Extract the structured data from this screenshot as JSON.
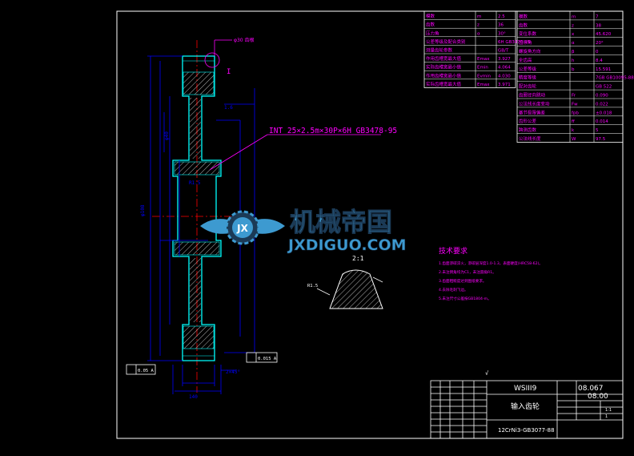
{
  "colors": {
    "background": "#000000",
    "border": "#ffffff",
    "outline": "#00ffff",
    "dimension": "#0000ff",
    "note": "#ff00ff",
    "hatch": "#ffffff",
    "center": "#ff0000",
    "watermark_blue": "#3d9ad0",
    "watermark_dark": "#1b3a56"
  },
  "gear_spec_table": {
    "rows": [
      {
        "label": "模数",
        "symbol": "m",
        "value": "2.5"
      },
      {
        "label": "齿数",
        "symbol": "z",
        "value": "36"
      },
      {
        "label": "压力角",
        "symbol": "α",
        "value": "30°"
      },
      {
        "label": "公差等级及配合类别",
        "symbol": "",
        "value": "6H GB3478-95"
      },
      {
        "label": "测量齿轮参数",
        "symbol": "",
        "value": "GB/T"
      },
      {
        "label": "作用齿槽宽最大值",
        "symbol": "Emax",
        "value": "3.927"
      },
      {
        "label": "实际齿槽宽最小值",
        "symbol": "Emin",
        "value": "4.064"
      },
      {
        "label": "作用齿槽宽最小值",
        "symbol": "Evmin",
        "value": "4.030"
      },
      {
        "label": "实际齿槽宽最大值",
        "symbol": "Emax",
        "value": "3.971"
      }
    ]
  },
  "gear_param_table": {
    "rows": [
      {
        "label": "模数",
        "symbol": "m",
        "value": "7"
      },
      {
        "label": "齿数",
        "symbol": "z",
        "value": "38"
      },
      {
        "label": "变位系数",
        "symbol": "x",
        "value": "45.620"
      },
      {
        "label": "齿形角",
        "symbol": "α",
        "value": "20°"
      },
      {
        "label": "螺旋角方向",
        "symbol": "β",
        "value": "0"
      },
      {
        "label": "全齿高",
        "symbol": "h",
        "value": "8.4"
      },
      {
        "label": "公差等级",
        "symbol": "b",
        "value": "15.591"
      },
      {
        "label": "精度等级",
        "symbol": "",
        "value": "7GB GB10095-88"
      },
      {
        "label": "配对齿轮",
        "symbol": "",
        "value": "GB 522"
      },
      {
        "label": "齿圈径向跳动",
        "symbol": "Fr",
        "value": "0.090"
      },
      {
        "label": "公法线长度变动",
        "symbol": "Fw",
        "value": "0.022"
      },
      {
        "label": "基节极限偏差",
        "symbol": "fpb",
        "value": "±0.018"
      },
      {
        "label": "齿形公差",
        "symbol": "ff",
        "value": "0.014"
      },
      {
        "label": "跨测齿数",
        "symbol": "k",
        "value": "5"
      },
      {
        "label": "公法线长度",
        "symbol": "W",
        "value": "97.5"
      }
    ]
  },
  "drawing": {
    "spline_callout": "INT 25×2.5m×30P×6H GB3478-95",
    "detail_marker": "I",
    "detail_label": "2:1",
    "top_note": "φ30 齿根",
    "dim_width": "140",
    "dim_bottom": "2×45°",
    "dim_label_a": "1.6",
    "dim_label_b": "R1.5",
    "dim_label_c": "φ40",
    "dim_label_d": "φ108",
    "tolerance_frame": "0.015 A",
    "datum_frame": "0.05 A"
  },
  "tech_requirements": {
    "title": "技术要求",
    "items": [
      "1.齿面渗碳淬火，渗碳层深度1.0-1.3，表面硬度(HRC58-62)。",
      "2.未注倒角均为C1，未注圆角R1。",
      "3.齿面粗糙度达到图纸要求。",
      "4.去除毛刺飞边。",
      "5.未注尺寸公差按GB1804-m。"
    ]
  },
  "watermark": {
    "badge": "JX",
    "name_cn": "机械帝国",
    "domain": "JXDIGUO.COM"
  },
  "title_block": {
    "project": "WSIII9",
    "drawing_no": "08.067",
    "part_name": "输入齿轮",
    "sheet_no": "08.00",
    "material": "12CrNi3-GB3077-88",
    "scale": "1:1",
    "quantity": "1"
  }
}
